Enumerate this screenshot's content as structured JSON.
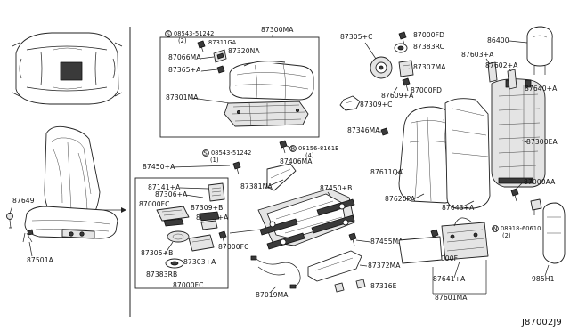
{
  "diagram_code": "J87002J9",
  "parts": {
    "p87649": "87649",
    "p87501a": "87501A",
    "p87300ma": "87300MA",
    "p08543_51242_a": "08543-51242",
    "p08543_51242_a_qty": "(2)",
    "p87311ga": "87311GA",
    "p87066ma": "87066MA",
    "p87320na": "87320NA",
    "p87365a": "87365+A",
    "p87301ma": "87301MA",
    "p08543_51242_b": "08543-51242",
    "p08543_51242_b_qty": "(1)",
    "p87450a": "87450+A",
    "p08156_8161e": "08156-8161E",
    "p08156_8161e_qty": "(4)",
    "p87406ma": "87406MA",
    "p87381na": "87381NA",
    "p87141a": "87141+A",
    "p87306a": "87306+A",
    "p87000fc_a": "87000FC",
    "p87309b": "87309+B",
    "p87307a": "87307+A",
    "p87450b": "87450+B",
    "p87305b": "87305+B",
    "p87303a": "87303+A",
    "p87000fc_b": "87000FC",
    "p87383rb": "87383RB",
    "p87000fc_c": "87000FC",
    "p87455ma": "87455MA",
    "p87372ma": "87372MA",
    "p87316e": "87316E",
    "p87019ma": "87019MA",
    "p87305c": "87305+C",
    "p87000fd_a": "87000FD",
    "p87383rc": "87383RC",
    "p87307ma": "87307MA",
    "p87000fd_b": "87000FD",
    "p87609a": "87609+A",
    "p87309c": "87309+C",
    "p87346ma": "87346MA",
    "p87611qa": "87611QA",
    "p87620pa": "87620PA",
    "p87643a": "87643+A",
    "p87000f": "87000F",
    "p87641a": "87641+A",
    "p87601ma": "87601MA",
    "p86400": "86400",
    "p87603a": "87603+A",
    "p87602a": "87602+A",
    "p87640a": "87640+A",
    "p87300ea": "87300EA",
    "p87000aa": "87000AA",
    "p08918_60610": "08918-60610",
    "p08918_60610_qty": "(2)",
    "p985h1": "985H1"
  },
  "symbols": {
    "s_circle": "S",
    "b_circle": "B",
    "n_circle": "N"
  },
  "icons": [
    "car-top-view-icon",
    "seat-assembly-icon",
    "arrow-right-icon",
    "headrest-icon",
    "bolt-icon",
    "screw-icon",
    "clip-icon",
    "knob-icon"
  ]
}
